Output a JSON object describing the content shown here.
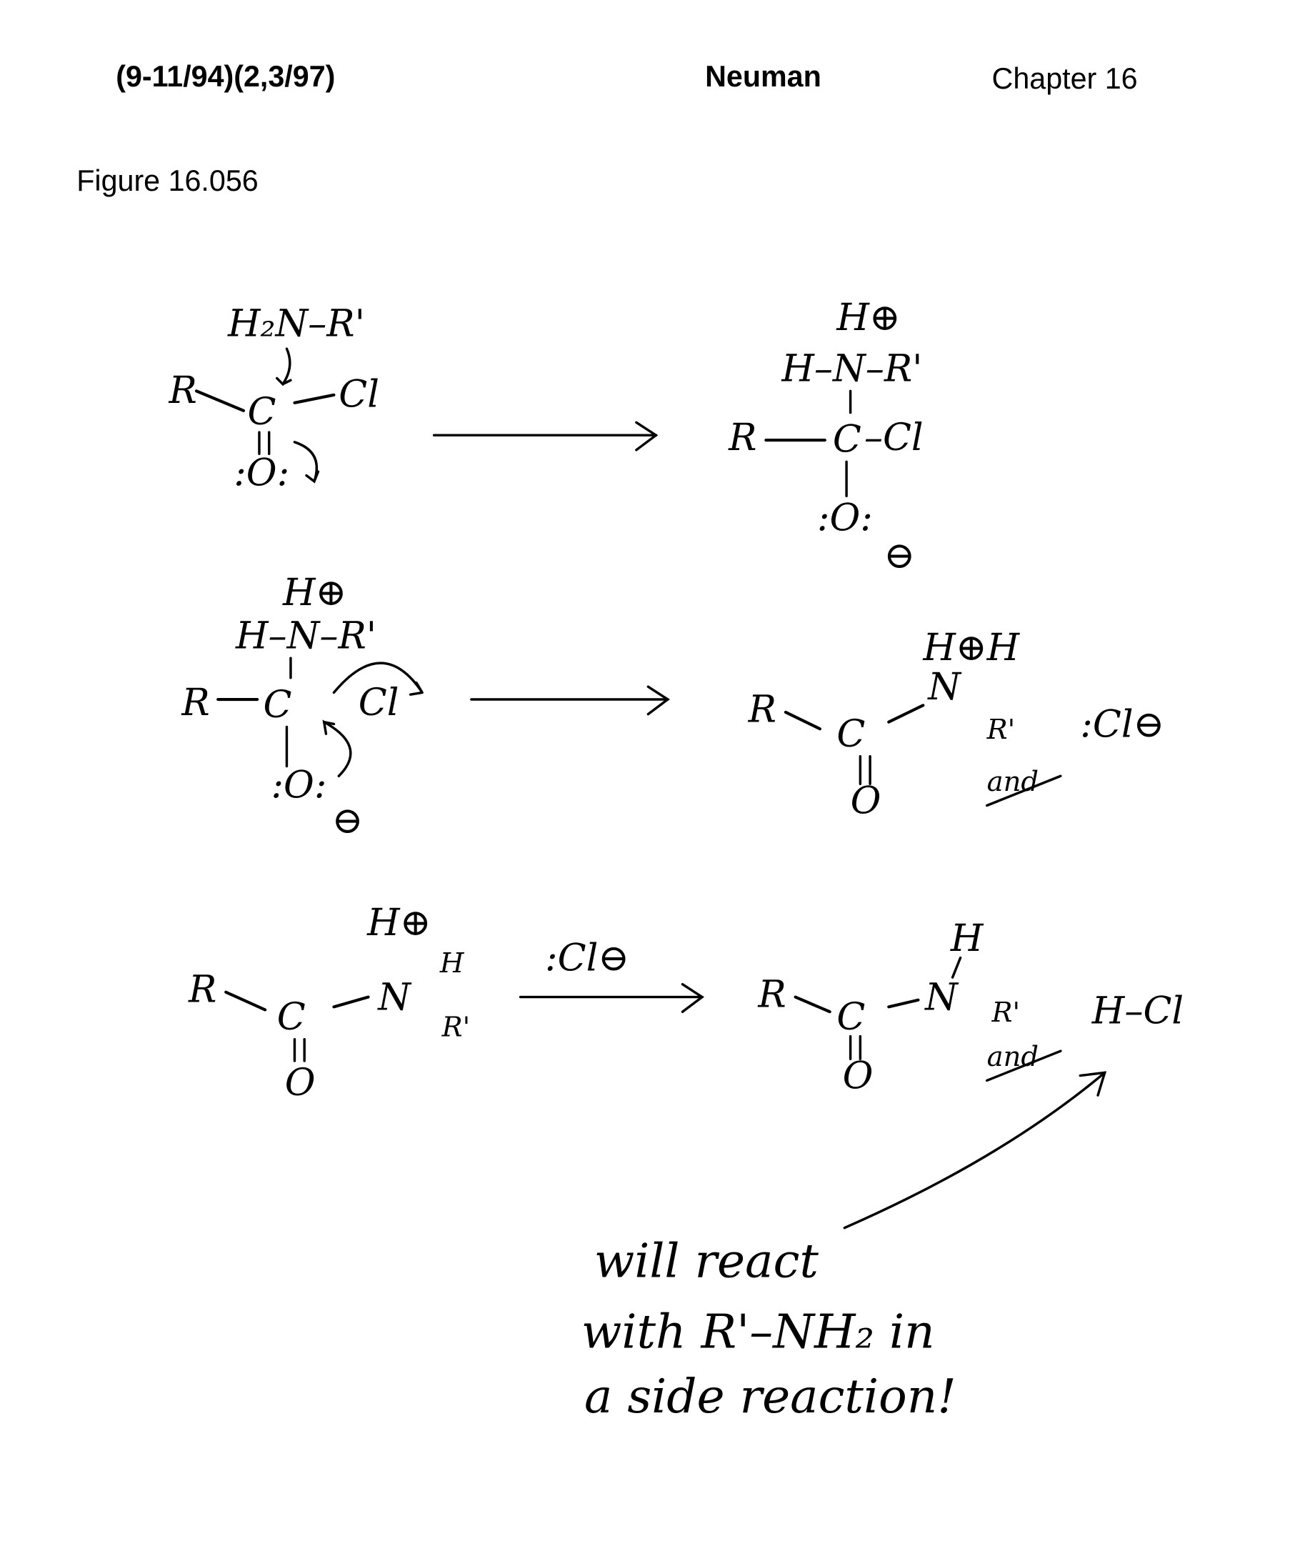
{
  "header": {
    "dates": "(9-11/94)(2,3/97)",
    "author": "Neuman",
    "chapter": "Chapter 16"
  },
  "figure_label": "Figure 16.056",
  "row1": {
    "reactant": {
      "amine": "H₂N–R'",
      "r": "R",
      "c": "C",
      "cl": "Cl",
      "o": ":O:"
    },
    "product": {
      "h_plus": "H⊕",
      "hnr": "H–N–R'",
      "r": "R",
      "c": "C",
      "cl": "–Cl",
      "o": ":O:",
      "minus": "⊖"
    }
  },
  "row2": {
    "reactant": {
      "h_plus": "H⊕",
      "hnr": "H–N–R'",
      "r": "R",
      "c": "C",
      "cl": "Cl",
      "o": ":O:",
      "minus": "⊖"
    },
    "product": {
      "h_plus": "H⊕H",
      "r": "R",
      "c": "C",
      "n": "N",
      "r_prime": "R'",
      "o": "O",
      "and": "and",
      "chloride": ":Cl⊖"
    }
  },
  "row3": {
    "reactant": {
      "h_plus": "H⊕",
      "h": "H",
      "r": "R",
      "c": "C",
      "n": "N",
      "r_prime": "R'",
      "o": "O"
    },
    "reagent": ":Cl⊖",
    "product": {
      "h": "H",
      "r": "R",
      "c": "C",
      "n": "N",
      "r_prime": "R'",
      "o": "O",
      "and": "and",
      "hcl": "H–Cl"
    }
  },
  "note": {
    "line1": "will react",
    "line2": "with R'–NH₂ in",
    "line3": "a side reaction!"
  }
}
